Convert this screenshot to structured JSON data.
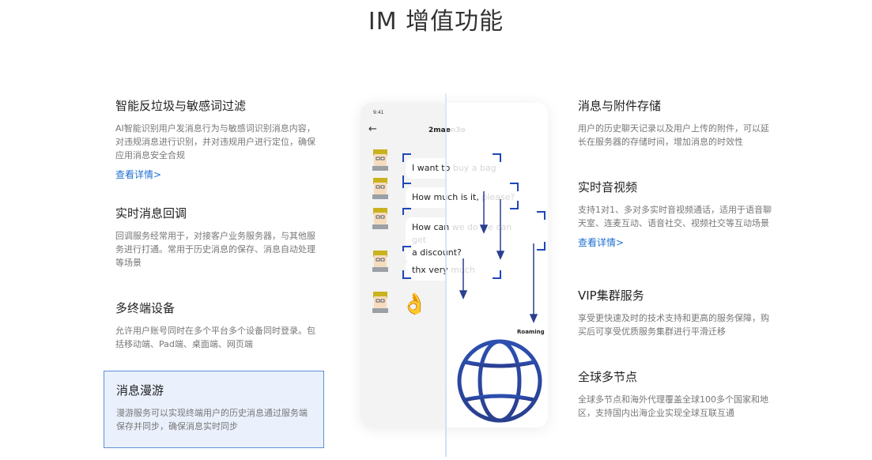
{
  "page": {
    "title": "IM 增值功能"
  },
  "left_features": [
    {
      "title": "智能反垃圾与敏感词过滤",
      "desc": "AI智能识别用户发消息行为与敏感词识别消息内容，对违规消息进行识别，并对违规用户进行定位，确保应用消息安全合规",
      "link": "查看详情>"
    },
    {
      "title": "实时消息回调",
      "desc": "回调服务经常用于，对接客户业务服务器，与其他服务进行打通。常用于历史消息的保存、消息自动处理等场景"
    },
    {
      "title": "多终端设备",
      "desc": "允许用户账号同时在多个平台多个设备同时登录。包括移动端、Pad端、桌面端、网页端"
    },
    {
      "title": "消息漫游",
      "desc": "漫游服务可以实现终端用户的历史消息通过服务端保存并同步，确保消息实时同步"
    }
  ],
  "right_features": [
    {
      "title": "消息与附件存储",
      "desc": "用户的历史聊天记录以及用户上传的附件，可以延长在服务器的存储时间，增加消息的时效性"
    },
    {
      "title": "实时音视频",
      "desc": "支持1对1、多对多实时音视频通话，适用于语音聊天室、连麦互动、语音社交、视频社交等互动场景",
      "link": "查看详情>"
    },
    {
      "title": "VIP集群服务",
      "desc": "享受更快速及时的技术支持和更高的服务保障，购买后可享受优质服务集群进行平滑迁移"
    },
    {
      "title": "全球多节点",
      "desc": "全球多节点和海外代理覆盖全球100多个国家和地区，支持国内出海企业实现全球互联互通"
    }
  ],
  "phone": {
    "time": "9:41",
    "contact_a": "2mae",
    "contact_b": "n3o",
    "messages": [
      {
        "a": "I want to",
        "b": " buy a bag"
      },
      {
        "a": "How much is it, ",
        "b": "please?"
      },
      {
        "a": "How can",
        "b": " we do",
        "c": " we can get",
        "d": "a discount?"
      },
      {
        "a": "thx very",
        "b": " much"
      }
    ],
    "emoji": "👌",
    "roaming_label": "Roaming"
  },
  "colors": {
    "accent": "#1f6fd1",
    "bracket": "#1e47b9",
    "active_bg": "#eaf1fd",
    "active_border": "#5b8fd6"
  },
  "icons": {
    "back": "back-arrow-icon",
    "globe": "globe-icon",
    "avatar": "avatar-icon",
    "emoji": "ok-hand-icon"
  }
}
